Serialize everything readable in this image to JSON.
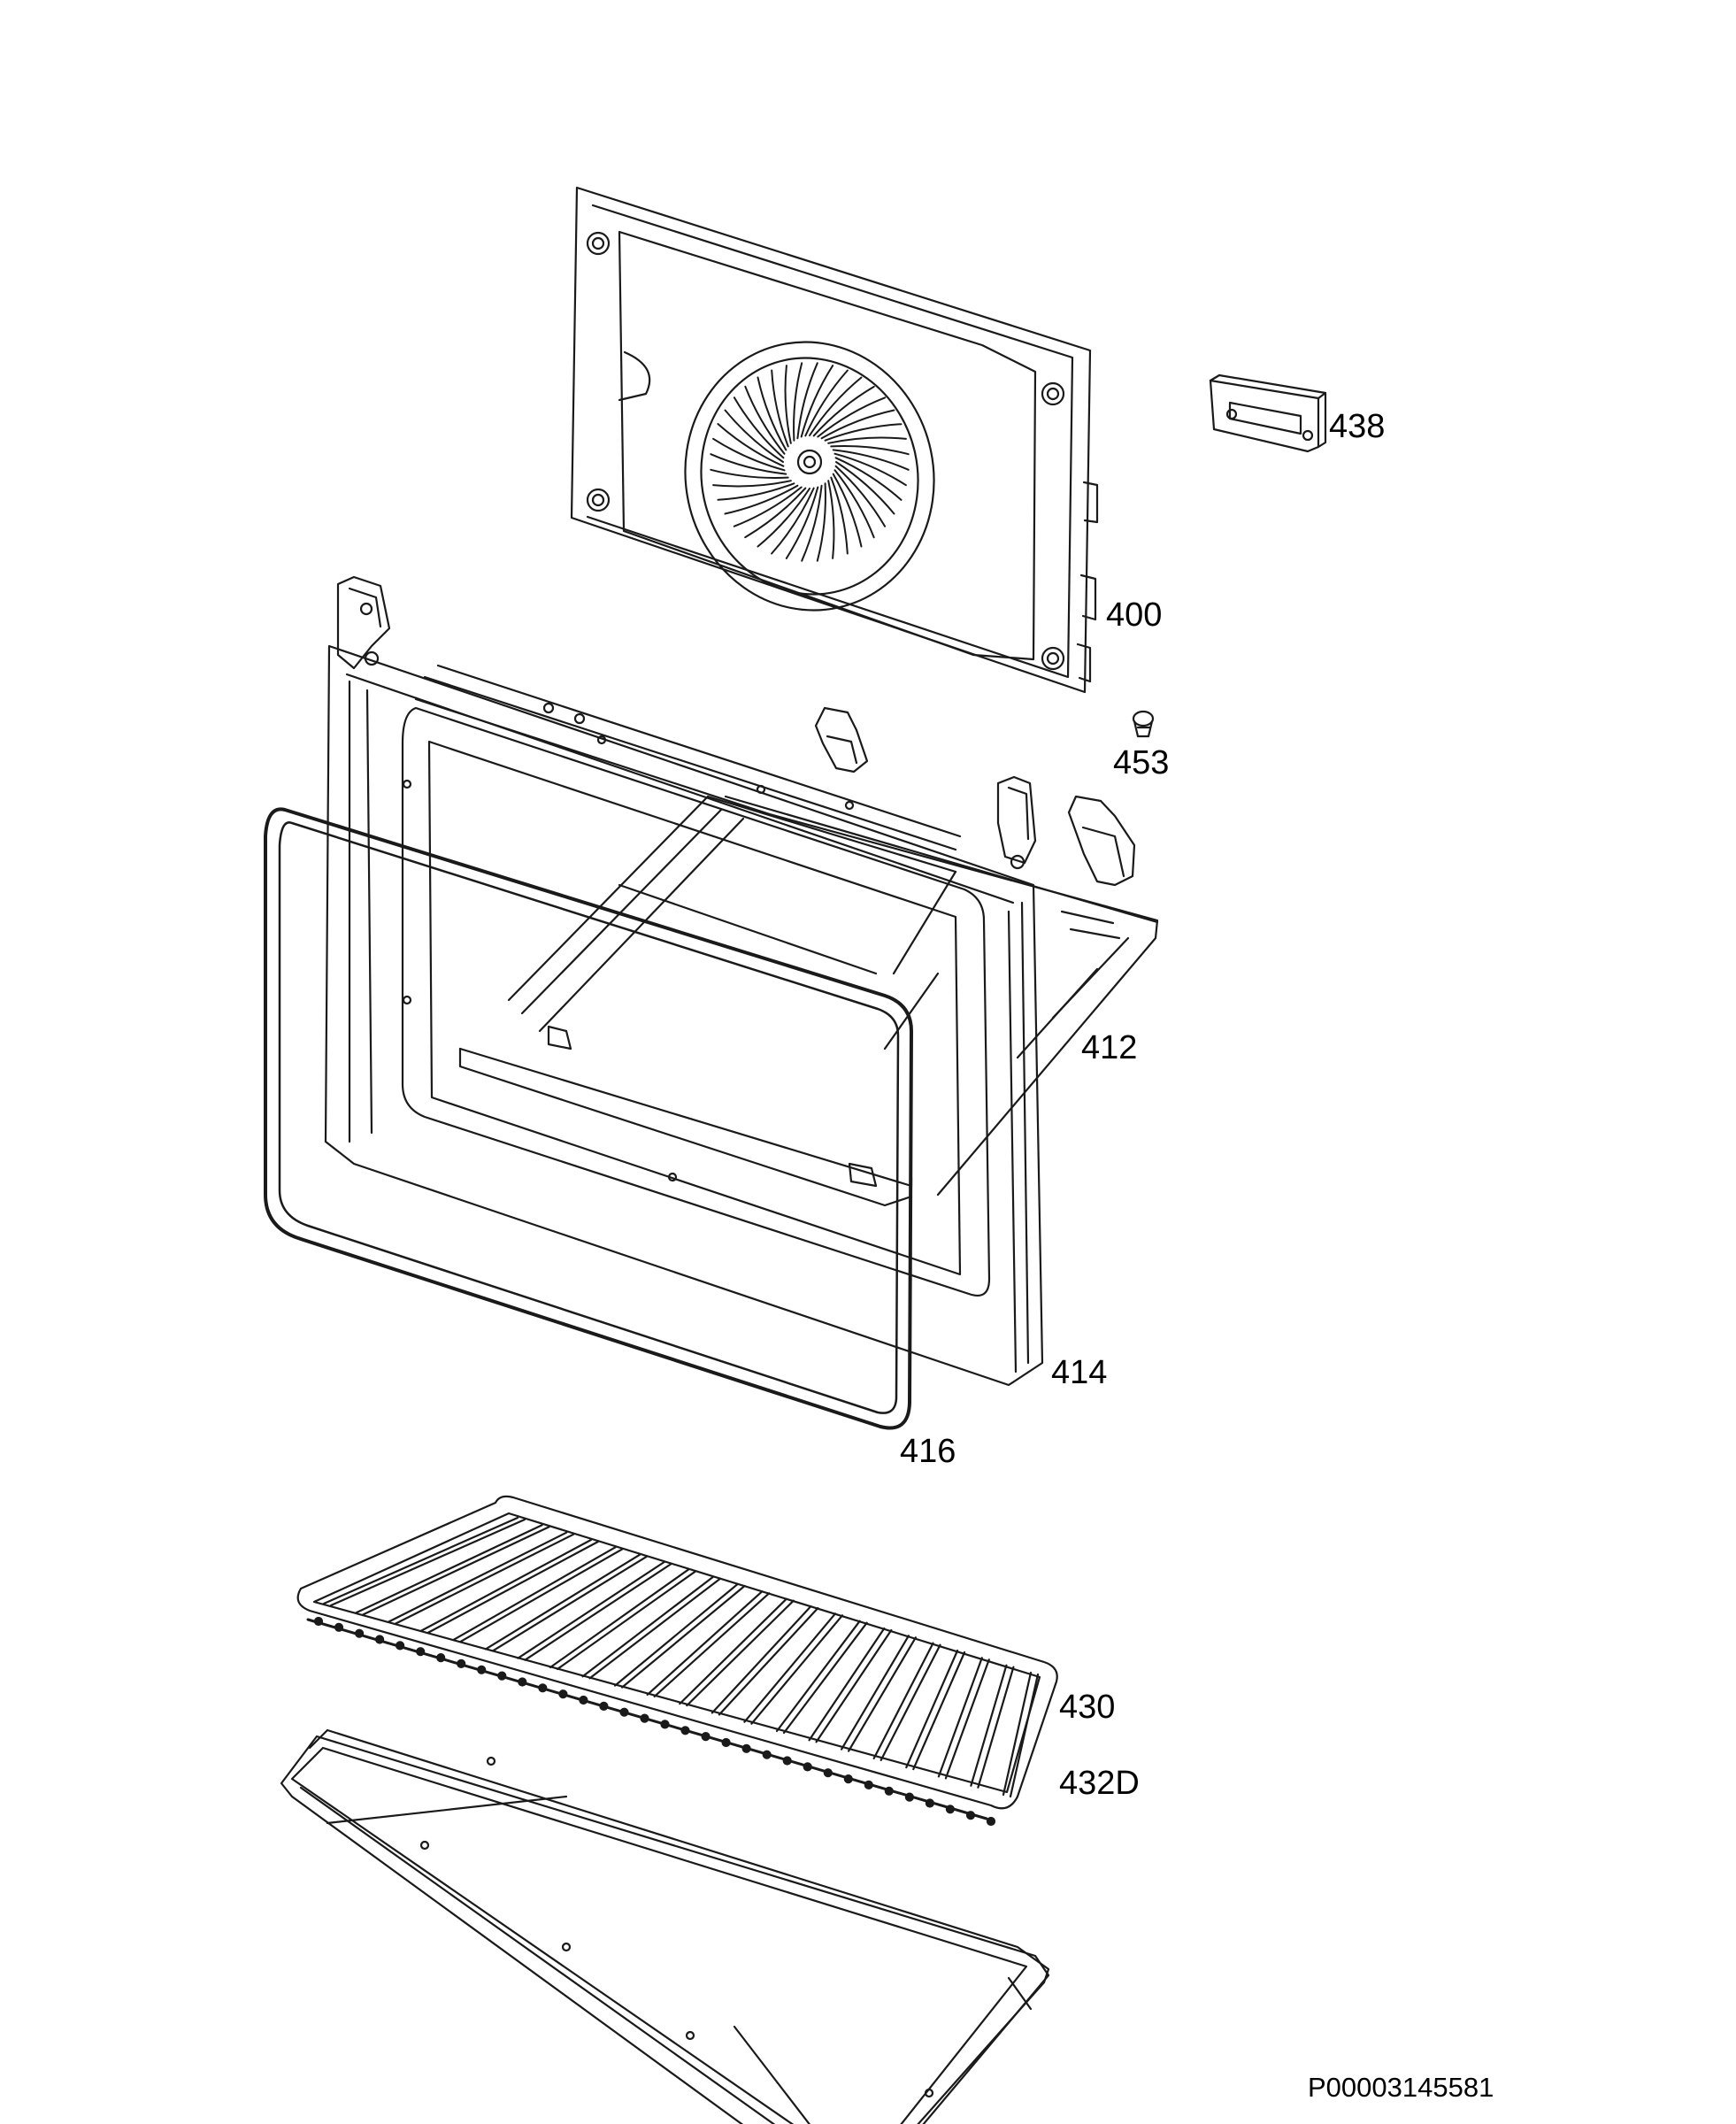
{
  "diagram": {
    "labels": {
      "p438": "438",
      "p400": "400",
      "p453": "453",
      "p412": "412",
      "p414": "414",
      "p416": "416",
      "p430": "430",
      "p432d": "432D"
    },
    "document_code": "P00003145581"
  },
  "colors": {
    "line": "#1a1a1a",
    "background": "#ffffff"
  }
}
